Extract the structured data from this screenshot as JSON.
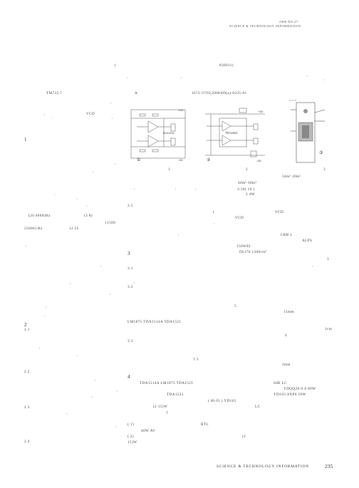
{
  "header": {
    "year_issue": "2008  NO.27",
    "journal": "SCIENCE & TECHNOLOGY INFORMATION"
  },
  "top": {
    "paren": "(",
    "code": "830011)"
  },
  "left_col": {
    "tm": "TM722.7",
    "vcd": "VCD",
    "sec1": "1",
    "freq": "(20  6000)Hz",
    "range": "(3  8)",
    "freq2": "(1500",
    "freq3": "25000) Hz",
    "vals": "12      25",
    "sec2": "2",
    "s21": "2.1",
    "s22": "2.2",
    "s23": "2.3",
    "s24": "2.4"
  },
  "right_col": {
    "a": "A",
    "doi": "1672-3791(2008)09(a)-0235-01",
    "fig1_num": "1",
    "fig2_num": "2",
    "fig3_num": "3",
    "area1": "34m²  20m²",
    "area2": "40m²  60m²",
    "ratio": "1/10(                 10            )",
    "power": "2      4W",
    "s25": "2.5",
    "vcd2": "VCD",
    "vcd3": "VCD",
    "cbb": "CBB          1",
    "alps": "ALPS",
    "wei": "150WEI",
    "dli": "DLI76          1300cm²",
    "sec3": "3",
    "s31": "3.1",
    "s32": "3.2",
    "num5": "5",
    "mm15": "15mm",
    "chips": "LM1875      TDA1514A      TDA1521",
    "cm1": "1cm",
    "num4": "4",
    "s33": "3.3",
    "mm2": "2mm",
    "sec4": "4",
    "chips2": "TDA1514A   LM1875       TDA1521",
    "dblc": "6dB   LC",
    "ydq": "YDQQ20-6     8      80W",
    "tda1521": "TDA1521",
    "ydi": "YD165-8XP8        50W",
    "hifi": "( Hi-Fi )       YD165",
    "power2": "(2      15)W",
    "lc": "LC",
    "one": "(         1)",
    "btl": "BTL",
    "w40": "40W          AV",
    "two": "(     2)",
    "two2": "(2",
    "w15": "15)W"
  },
  "figures": {
    "fig1_label": "①",
    "fig2_label": "②",
    "fig3_label": "③",
    "chip1": "TDA1521",
    "chip2": "TDA1521",
    "v18": "+18V",
    "v18n": "-18V"
  },
  "footer": {
    "journal": "SCIENCE & TECHNOLOGY INFORMATION",
    "page": "235"
  }
}
